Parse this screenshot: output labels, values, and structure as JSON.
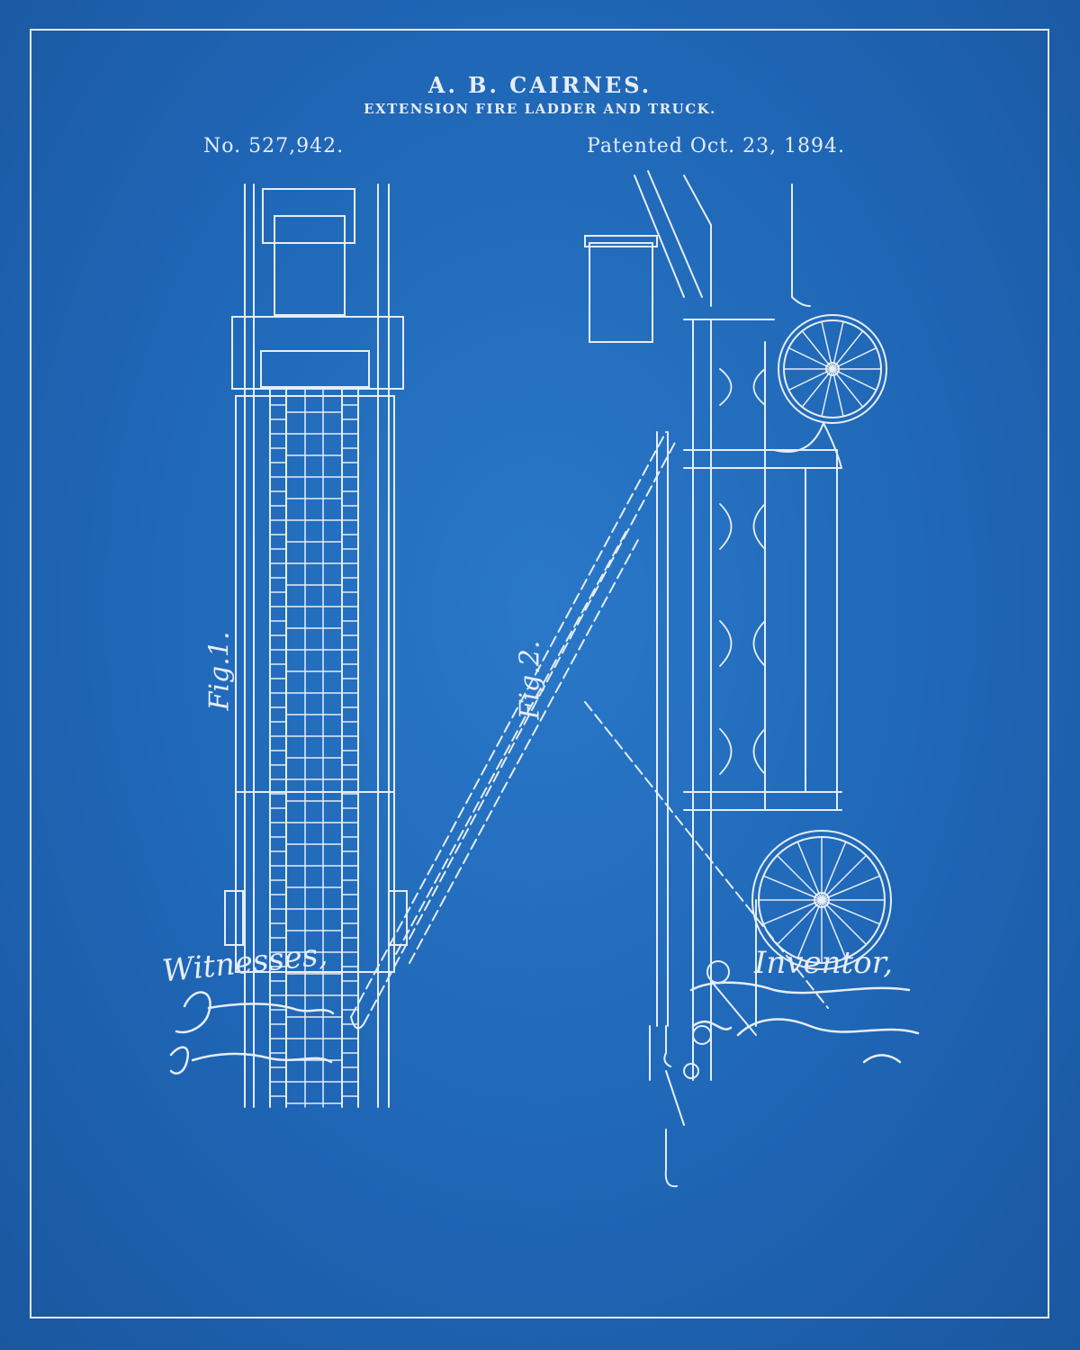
{
  "header": {
    "inventor_name": "A. B. CAIRNES.",
    "title": "EXTENSION FIRE LADDER AND TRUCK.",
    "patent_number": "No. 527,942.",
    "patent_date": "Patented Oct. 23, 1894."
  },
  "figures": {
    "fig1_label": "Fig.1.",
    "fig2_label": "Fig.2."
  },
  "signatures": {
    "witnesses_label": "Witnesses,",
    "inventor_label": "Inventor,"
  },
  "colors": {
    "background": "#1f64b3",
    "line": "#e6edf6"
  }
}
